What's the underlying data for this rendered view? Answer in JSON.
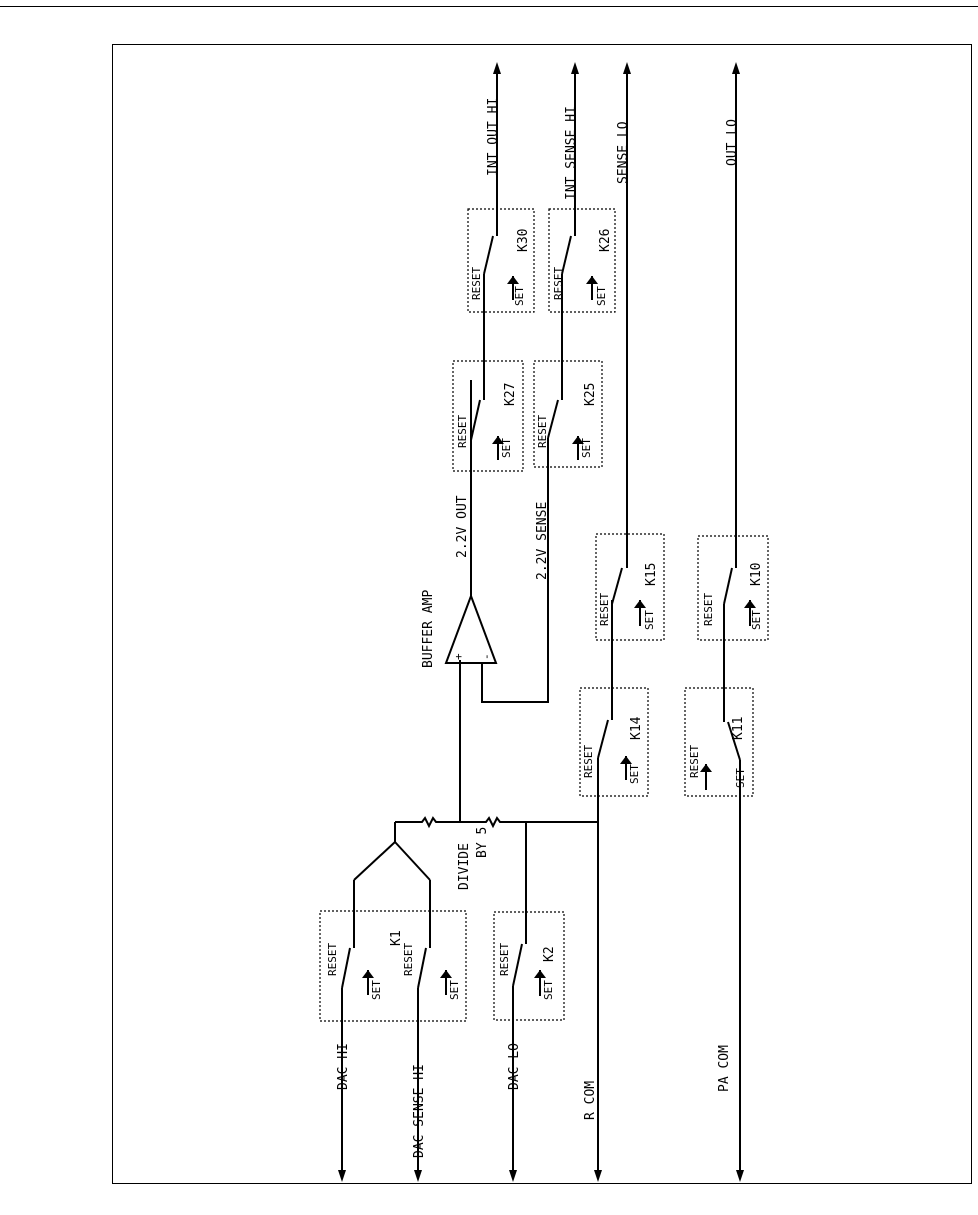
{
  "inputs": {
    "dac_hi": "DAC HI",
    "dac_sense_hi": "DAC SENSE HI",
    "dac_lo": "DAC LO",
    "r_com": "R COM",
    "pa_com": "PA COM"
  },
  "outputs": {
    "int_out_hi": "INT OUT HI",
    "int_sense_hi": "INT SENSE HI",
    "sense_lo": "SENSE LO",
    "out_lo": "OUT LO"
  },
  "relays": {
    "k1": "K1",
    "k2": "K2",
    "k10": "K10",
    "k11": "K11",
    "k14": "K14",
    "k15": "K15",
    "k25": "K25",
    "k26": "K26",
    "k27": "K27",
    "k30": "K30"
  },
  "contacts": {
    "reset": "RESET",
    "set": "SET"
  },
  "divider": {
    "line1": "DIVIDE",
    "line2": "BY 5"
  },
  "amp": {
    "name": "BUFFER AMP",
    "out": "2.2V OUT",
    "sense": "2.2V SENSE",
    "plus": "+",
    "minus": "-"
  }
}
